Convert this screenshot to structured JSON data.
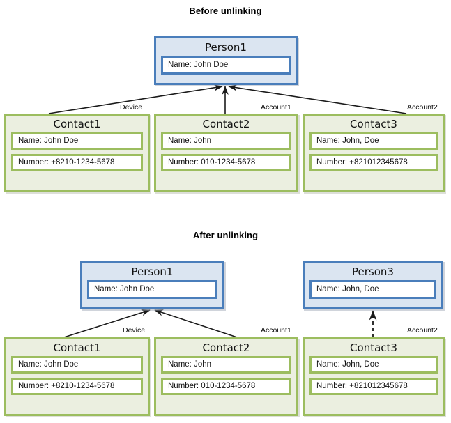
{
  "diagram": {
    "type": "entity-relationship-unlinking",
    "sections": [
      {
        "id": "before",
        "title": "Before unlinking",
        "persons": [
          {
            "id": "person1-top",
            "title": "Person1",
            "fields": [
              "Name:  John Doe"
            ]
          }
        ],
        "contacts": [
          {
            "id": "contact1-top",
            "title": "Contact1",
            "fields": [
              "Name:  John Doe",
              "Number:  +8210-1234-5678"
            ]
          },
          {
            "id": "contact2-top",
            "title": "Contact2",
            "fields": [
              "Name:  John",
              "Number:  010-1234-5678"
            ]
          },
          {
            "id": "contact3-top",
            "title": "Contact3",
            "fields": [
              "Name:  John, Doe",
              "Number:  +821012345678"
            ]
          }
        ],
        "edges": [
          {
            "from": "contact1-top",
            "to": "person1-top",
            "label": "Device",
            "style": "solid"
          },
          {
            "from": "contact2-top",
            "to": "person1-top",
            "label": "Account1",
            "style": "solid"
          },
          {
            "from": "contact3-top",
            "to": "person1-top",
            "label": "Account2",
            "style": "solid"
          }
        ]
      },
      {
        "id": "after",
        "title": "After unlinking",
        "persons": [
          {
            "id": "person1-bottom",
            "title": "Person1",
            "fields": [
              "Name:  John Doe"
            ]
          },
          {
            "id": "person3-bottom",
            "title": "Person3",
            "fields": [
              "Name:  John, Doe"
            ]
          }
        ],
        "contacts": [
          {
            "id": "contact1-bottom",
            "title": "Contact1",
            "fields": [
              "Name:  John Doe",
              "Number:  +8210-1234-5678"
            ]
          },
          {
            "id": "contact2-bottom",
            "title": "Contact2",
            "fields": [
              "Name:  John",
              "Number:  010-1234-5678"
            ]
          },
          {
            "id": "contact3-bottom",
            "title": "Contact3",
            "fields": [
              "Name:  John, Doe",
              "Number:  +821012345678"
            ]
          }
        ],
        "edges": [
          {
            "from": "contact1-bottom",
            "to": "person1-bottom",
            "label": "Device",
            "style": "solid"
          },
          {
            "from": "contact2-bottom",
            "to": "person1-bottom",
            "label": "Account1",
            "style": "solid"
          },
          {
            "from": "contact3-bottom",
            "to": "person3-bottom",
            "label": "Account2",
            "style": "dashed"
          }
        ]
      }
    ],
    "colors": {
      "person_border": "#4a7ebb",
      "person_fill": "#dbe5f1",
      "contact_border": "#9cbd5f",
      "contact_fill": "#ebefe0",
      "field_fill": "#ffffff",
      "arrow": "#1a1a1a",
      "background": "#ffffff"
    }
  }
}
